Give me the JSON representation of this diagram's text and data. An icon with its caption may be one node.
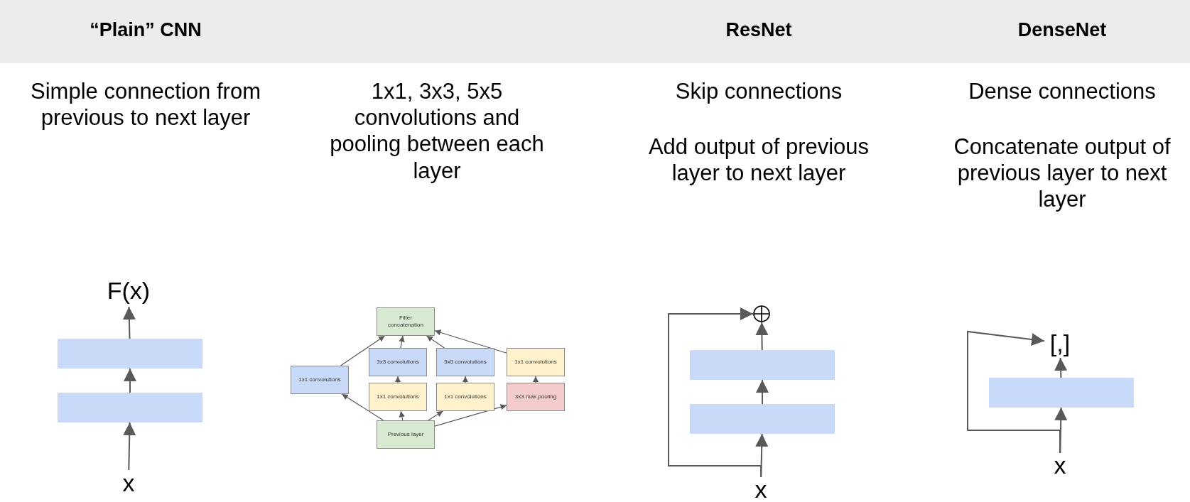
{
  "diagram": {
    "nodes": [
      {
        "text": [
          "F(x)"
        ]
      },
      {
        "text": [],
        "shape": "box"
      },
      {
        "text": [],
        "shape": "box"
      },
      {
        "text": [
          "x"
        ]
      },
      {
        "text": [
          "Filter concatenation"
        ]
      },
      {
        "text": [
          "1x1 convolutions"
        ]
      },
      {
        "text": [
          "3x3 convolutions"
        ]
      },
      {
        "text": [
          "5x5 convolutions"
        ]
      },
      {
        "text": [
          "1x1 convolutions"
        ]
      },
      {
        "text": [
          "1x1 convolutions"
        ]
      },
      {
        "text": [
          "1x1 convolutions"
        ]
      },
      {
        "text": [
          "3x3 max pooling"
        ]
      },
      {
        "text": [
          "Previous layer"
        ]
      },
      {
        "text": [],
        "shape": "circle"
      },
      {
        "text": [],
        "shape": "box"
      },
      {
        "text": [],
        "shape": "box"
      },
      {
        "text": [
          "x"
        ]
      },
      {
        "text": [
          "[,]"
        ]
      },
      {
        "text": [],
        "shape": "box"
      },
      {
        "text": [
          "x"
        ]
      }
    ],
    "edges": [
      {
        "from": 3,
        "to": 2,
        "arrow": "to"
      },
      {
        "from": 2,
        "to": 1,
        "arrow": "to"
      },
      {
        "from": 1,
        "to": 0,
        "arrow": "to"
      },
      {
        "from": 12,
        "to": 5,
        "arrow": "to"
      },
      {
        "from": 12,
        "to": 9,
        "arrow": "to"
      },
      {
        "from": 12,
        "to": 10,
        "arrow": "to"
      },
      {
        "from": 12,
        "to": 11,
        "arrow": "to"
      },
      {
        "from": 9,
        "to": 6,
        "arrow": "to"
      },
      {
        "from": 10,
        "to": 7,
        "arrow": "to"
      },
      {
        "from": 11,
        "to": 8,
        "arrow": "to"
      },
      {
        "from": 5,
        "to": 4,
        "arrow": "to"
      },
      {
        "from": 6,
        "to": 4,
        "arrow": "to"
      },
      {
        "from": 7,
        "to": 4,
        "arrow": "to"
      },
      {
        "from": 8,
        "to": 4,
        "arrow": "to"
      },
      {
        "from": 16,
        "to": 15,
        "arrow": "to"
      },
      {
        "from": 15,
        "to": 14,
        "arrow": "to"
      },
      {
        "from": 14,
        "to": 13,
        "arrow": "to"
      },
      {
        "from": 16,
        "to": 13,
        "arrow": "to"
      },
      {
        "from": 19,
        "to": 18,
        "arrow": "to"
      },
      {
        "from": 18,
        "to": 17,
        "arrow": "to"
      },
      {
        "from": 19,
        "to": 17,
        "arrow": "to"
      }
    ],
    "labels": [
      "“Plain” CNN",
      "ResNet",
      "DenseNet",
      "Simple connection from previous to next layer",
      "1x1, 3x3, 5x5 convolutions and pooling between each layer",
      "Skip connections",
      "Add output of previous layer to next layer",
      "Dense connections",
      "Concatenate output of previous layer to next layer"
    ]
  }
}
